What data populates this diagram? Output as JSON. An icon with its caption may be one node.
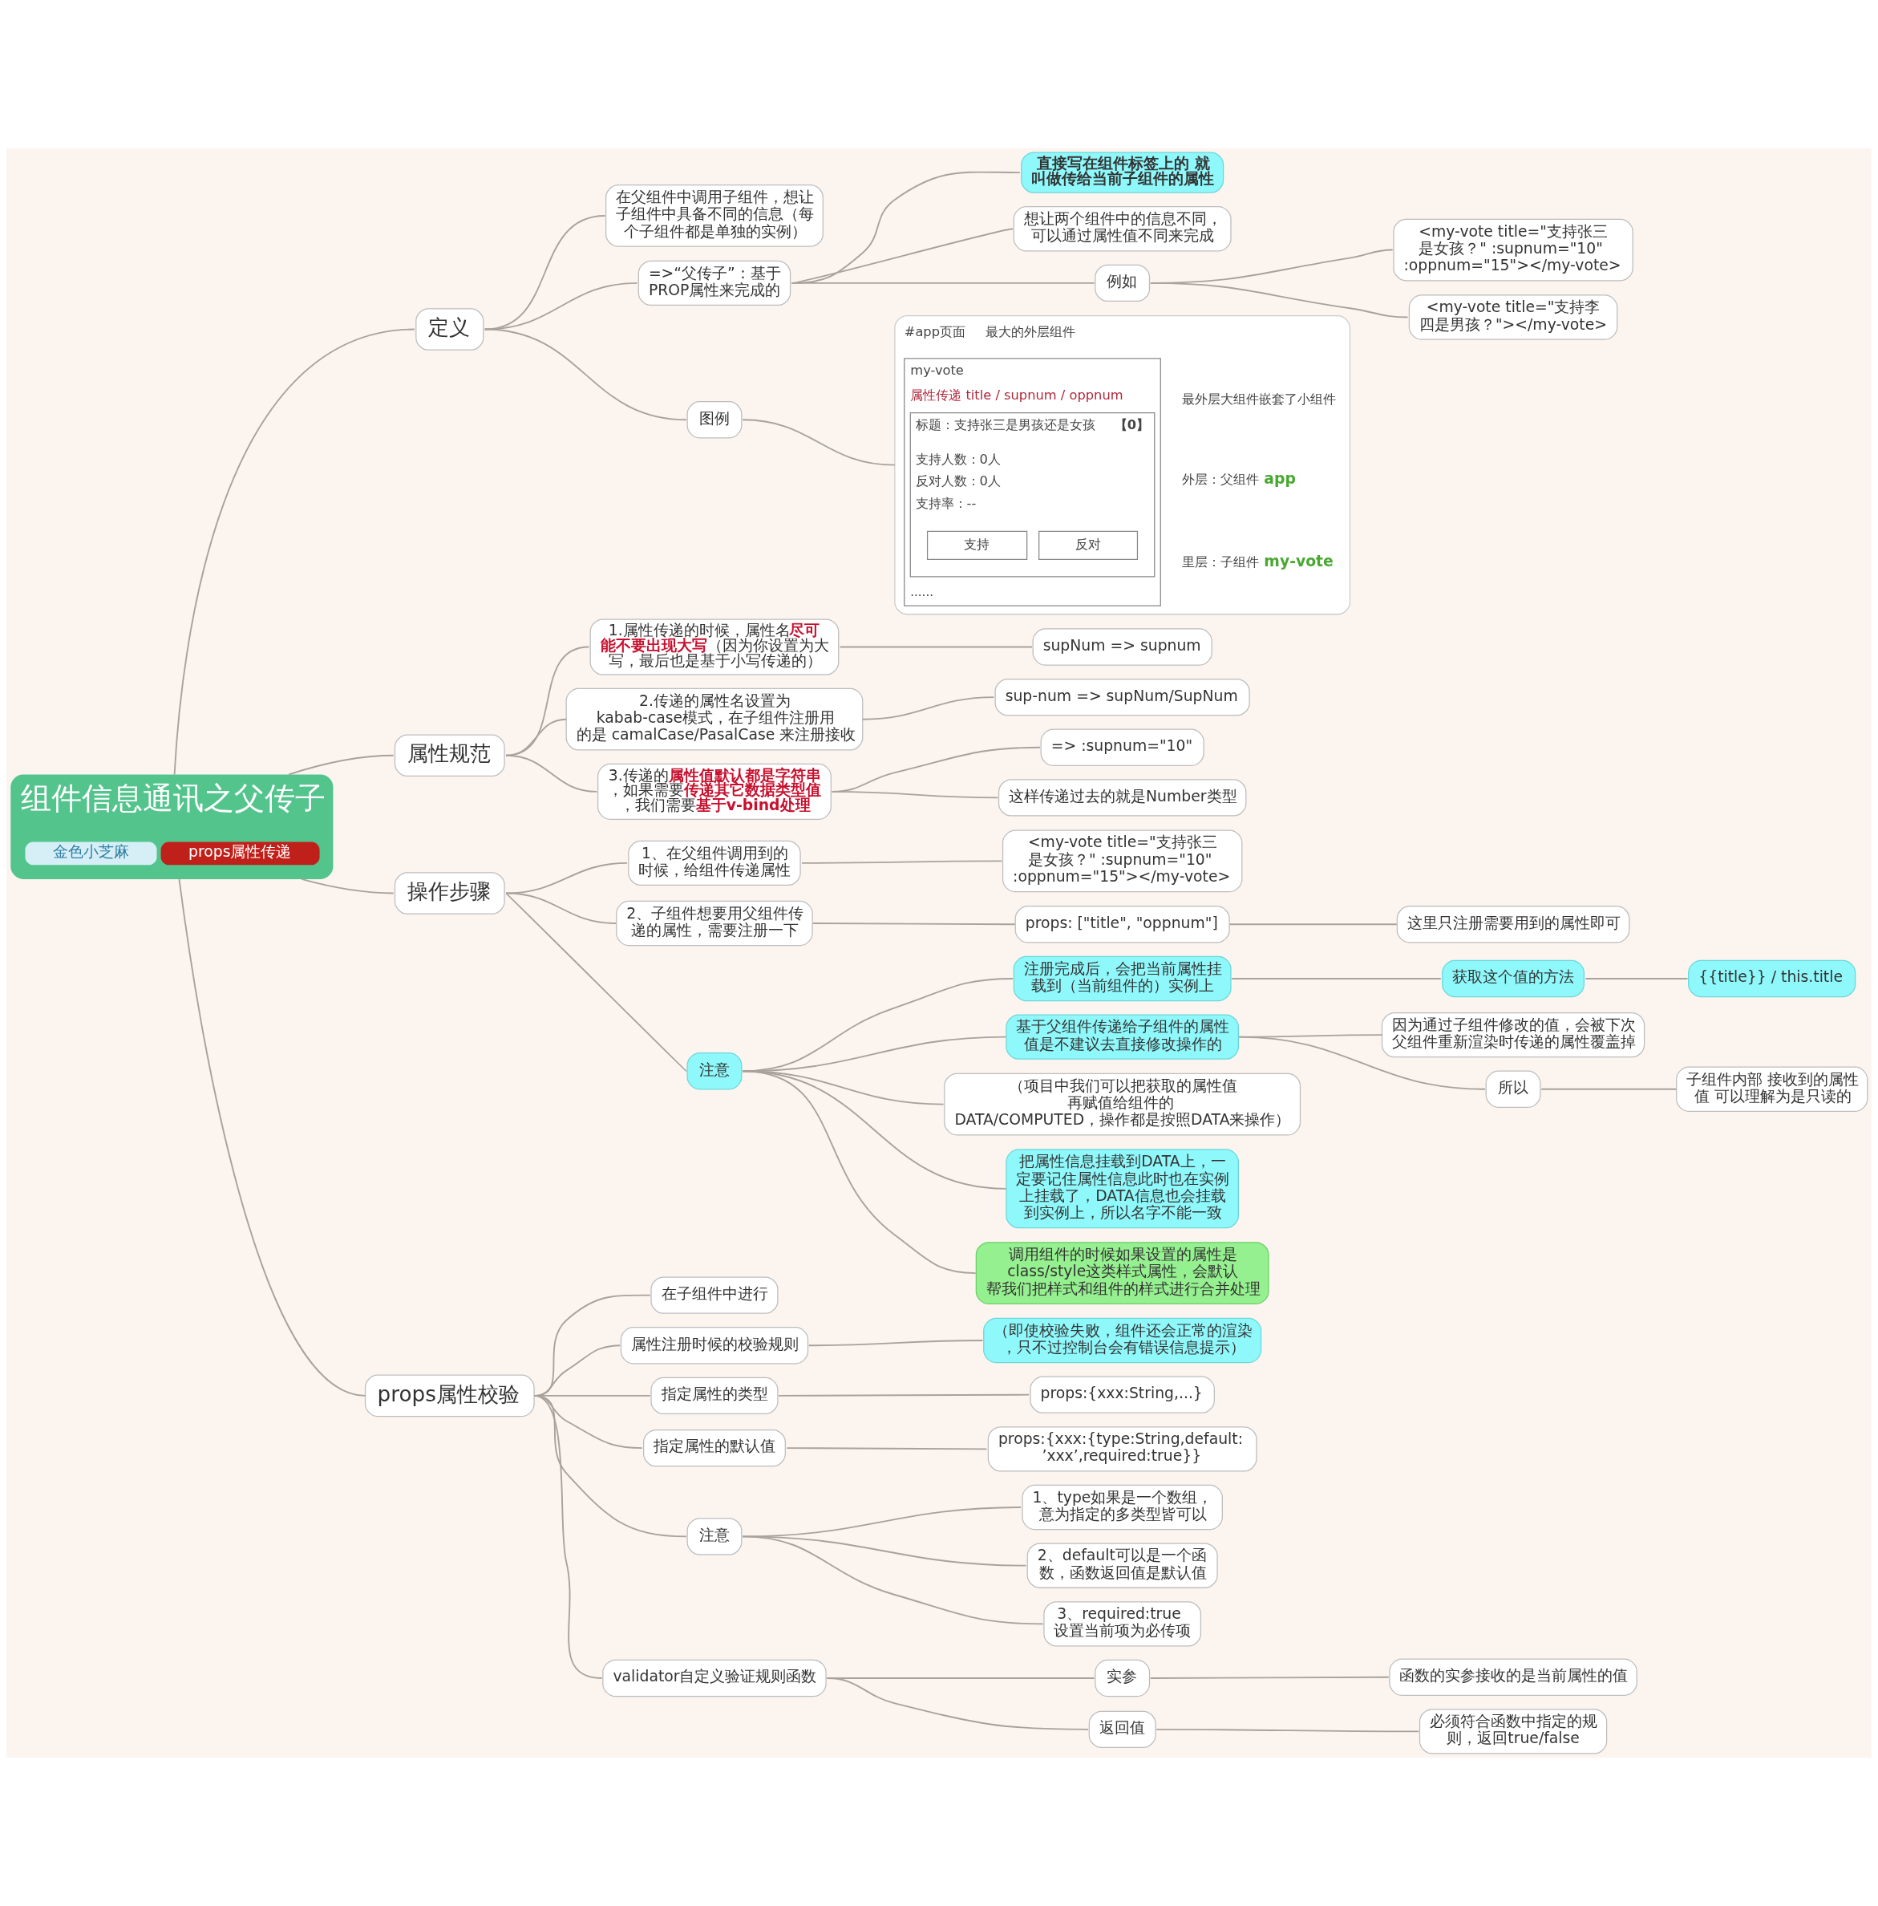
{
  "diagram": {
    "nodes": [
      {
        "text": [
          "组件信息通讯之父传子",
          "金色小芝麻",
          "props属性传递"
        ]
      },
      {
        "text": [
          "定义"
        ]
      },
      {
        "text": [
          "在父组件中调用子组件，想让子组件中具备不同的信息（每个子组件都是单独的实例）"
        ]
      },
      {
        "text": [
          "=>“父传子”：基于PROP属性来完成的"
        ]
      },
      {
        "text": [
          "直接写在组件标签上的 就叫做传给当前子组件的属性"
        ]
      },
      {
        "text": [
          "想让两个组件中的信息不同，可以通过属性值不同来完成"
        ]
      },
      {
        "text": [
          "例如"
        ]
      },
      {
        "text": [
          "<my-vote title=\"支持张三是女孩？\" :supnum=\"10\" :oppnum=\"15\"></my-vote>"
        ]
      },
      {
        "text": [
          "<my-vote title=\"支持李四是男孩？\"></my-vote>"
        ]
      },
      {
        "text": [
          "图例"
        ]
      },
      {
        "text": [
          "#app页面",
          "最大的外层组件",
          "my-vote",
          "属性传递 title / supnum / oppnum",
          "标题：支持张三是男孩还是女孩",
          "【0】",
          "支持人数：0人",
          "反对人数：0人",
          "支持率：--",
          "支持",
          "反对",
          "......",
          "最外层大组件嵌套了小组件",
          "外层：父组件",
          "app",
          "里层：子组件",
          "my-vote"
        ]
      },
      {
        "text": [
          "属性规范"
        ]
      },
      {
        "text": [
          "1.属性传递的时候，属性名**尽可能不要出现大写**（因为你设置为大写，最后也是基于小写传递的）"
        ]
      },
      {
        "text": [
          "supNum => supnum"
        ]
      },
      {
        "text": [
          "2.传递的属性名设置为kabab-case模式，在子组件注册用的是 camalCase/PasalCase 来注册接收"
        ]
      },
      {
        "text": [
          "sup-num => supNum/SupNum"
        ]
      },
      {
        "text": [
          "3.传递的**属性值默认都是字符串**，如果需要**传递其它数据类型值**，我们需要**基于v-bind处理**"
        ]
      },
      {
        "text": [
          "=> :supnum=\"10\""
        ]
      },
      {
        "text": [
          "这样传递过去的就是Number类型"
        ]
      },
      {
        "text": [
          "操作步骤"
        ]
      },
      {
        "text": [
          "1、在父组件调用到的时候，给组件传递属性"
        ]
      },
      {
        "text": [
          "<my-vote title=\"支持张三是女孩？\" :supnum=\"10\" :oppnum=\"15\"></my-vote>"
        ]
      },
      {
        "text": [
          "2、子组件想要用父组件传递的属性，需要注册一下"
        ]
      },
      {
        "text": [
          "props: [\"title\", \"oppnum\"]"
        ]
      },
      {
        "text": [
          "这里只注册需要用到的属性即可"
        ]
      },
      {
        "text": [
          "注意"
        ]
      },
      {
        "text": [
          "注册完成后，会把当前属性挂载到（当前组件的）实例上"
        ]
      },
      {
        "text": [
          "获取这个值的方法"
        ]
      },
      {
        "text": [
          "{{title}} / this.title"
        ]
      },
      {
        "text": [
          "基于父组件传递给子组件的属性值是不建议去直接修改操作的"
        ]
      },
      {
        "text": [
          "因为通过子组件修改的值，会被下次父组件重新渲染时传递的属性覆盖掉"
        ]
      },
      {
        "text": [
          "所以"
        ]
      },
      {
        "text": [
          "子组件内部 接收到的属性值 可以理解为是只读的"
        ]
      },
      {
        "text": [
          "（项目中我们可以把获取的属性值再赋值给组件的 DATA/COMPUTED，操作都是按照DATA来操作）"
        ]
      },
      {
        "text": [
          "把属性信息挂载到DATA上，一定要记住属性信息此时也在实例上挂载了，DATA信息也会挂载到实例上，所以名字不能一致"
        ]
      },
      {
        "text": [
          "调用组件的时候如果设置的属性是class/style这类样式属性，会默认帮我们把样式和组件的样式进行合并处理"
        ]
      },
      {
        "text": [
          "props属性校验"
        ]
      },
      {
        "text": [
          "在子组件中进行"
        ]
      },
      {
        "text": [
          "属性注册时候的校验规则"
        ]
      },
      {
        "text": [
          "（即使校验失败，组件还会正常的渲染，只不过控制台会有错误信息提示）"
        ]
      },
      {
        "text": [
          "指定属性的类型"
        ]
      },
      {
        "text": [
          "props:{xxx:String,...}"
        ]
      },
      {
        "text": [
          "指定属性的默认值"
        ]
      },
      {
        "text": [
          "props:{xxx:{type:String,default:’xxx’,required:true}}"
        ]
      },
      {
        "text": [
          "注意"
        ]
      },
      {
        "text": [
          "1、type如果是一个数组，意为指定的多类型皆可以"
        ]
      },
      {
        "text": [
          "2、default可以是一个函数，函数返回值是默认值"
        ]
      },
      {
        "text": [
          "3、required:true 设置当前项为必传项"
        ]
      },
      {
        "text": [
          "validator自定义验证规则函数"
        ]
      },
      {
        "text": [
          "实参"
        ]
      },
      {
        "text": [
          "函数的实参接收的是当前属性的值"
        ]
      },
      {
        "text": [
          "返回值"
        ]
      },
      {
        "text": [
          "必须符合函数中指定的规则，返回true/false"
        ]
      }
    ],
    "edges": [
      {
        "from": 0,
        "to": 1,
        "arrow": "none"
      },
      {
        "from": 1,
        "to": 2,
        "arrow": "none"
      },
      {
        "from": 1,
        "to": 3,
        "arrow": "none"
      },
      {
        "from": 3,
        "to": 4,
        "arrow": "none"
      },
      {
        "from": 3,
        "to": 5,
        "arrow": "none"
      },
      {
        "from": 3,
        "to": 6,
        "arrow": "none"
      },
      {
        "from": 6,
        "to": 7,
        "arrow": "none"
      },
      {
        "from": 6,
        "to": 8,
        "arrow": "none"
      },
      {
        "from": 1,
        "to": 9,
        "arrow": "none"
      },
      {
        "from": 9,
        "to": 10,
        "arrow": "none"
      },
      {
        "from": 0,
        "to": 11,
        "arrow": "none"
      },
      {
        "from": 11,
        "to": 12,
        "arrow": "none"
      },
      {
        "from": 12,
        "to": 13,
        "arrow": "none"
      },
      {
        "from": 11,
        "to": 14,
        "arrow": "none"
      },
      {
        "from": 14,
        "to": 15,
        "arrow": "none"
      },
      {
        "from": 11,
        "to": 16,
        "arrow": "none"
      },
      {
        "from": 16,
        "to": 17,
        "arrow": "none"
      },
      {
        "from": 16,
        "to": 18,
        "arrow": "none"
      },
      {
        "from": 0,
        "to": 19,
        "arrow": "none"
      },
      {
        "from": 19,
        "to": 20,
        "arrow": "none"
      },
      {
        "from": 20,
        "to": 21,
        "arrow": "none"
      },
      {
        "from": 19,
        "to": 22,
        "arrow": "none"
      },
      {
        "from": 22,
        "to": 23,
        "arrow": "none"
      },
      {
        "from": 23,
        "to": 24,
        "arrow": "none"
      },
      {
        "from": 19,
        "to": 25,
        "arrow": "none"
      },
      {
        "from": 25,
        "to": 26,
        "arrow": "none"
      },
      {
        "from": 26,
        "to": 27,
        "arrow": "none"
      },
      {
        "from": 27,
        "to": 28,
        "arrow": "none"
      },
      {
        "from": 25,
        "to": 29,
        "arrow": "none"
      },
      {
        "from": 29,
        "to": 30,
        "arrow": "none"
      },
      {
        "from": 29,
        "to": 31,
        "arrow": "none"
      },
      {
        "from": 31,
        "to": 32,
        "arrow": "none"
      },
      {
        "from": 25,
        "to": 33,
        "arrow": "none"
      },
      {
        "from": 25,
        "to": 34,
        "arrow": "none"
      },
      {
        "from": 25,
        "to": 35,
        "arrow": "none"
      },
      {
        "from": 0,
        "to": 36,
        "arrow": "none"
      },
      {
        "from": 36,
        "to": 37,
        "arrow": "none"
      },
      {
        "from": 36,
        "to": 38,
        "arrow": "none"
      },
      {
        "from": 38,
        "to": 39,
        "arrow": "none"
      },
      {
        "from": 36,
        "to": 40,
        "arrow": "none"
      },
      {
        "from": 40,
        "to": 41,
        "arrow": "none"
      },
      {
        "from": 36,
        "to": 42,
        "arrow": "none"
      },
      {
        "from": 42,
        "to": 43,
        "arrow": "none"
      },
      {
        "from": 36,
        "to": 44,
        "arrow": "none"
      },
      {
        "from": 44,
        "to": 45,
        "arrow": "none"
      },
      {
        "from": 44,
        "to": 46,
        "arrow": "none"
      },
      {
        "from": 44,
        "to": 47,
        "arrow": "none"
      },
      {
        "from": 36,
        "to": 48,
        "arrow": "none"
      },
      {
        "from": 48,
        "to": 49,
        "arrow": "none"
      },
      {
        "from": 49,
        "to": 50,
        "arrow": "none"
      },
      {
        "from": 48,
        "to": 51,
        "arrow": "none"
      },
      {
        "from": 51,
        "to": 52,
        "arrow": "none"
      }
    ]
  }
}
